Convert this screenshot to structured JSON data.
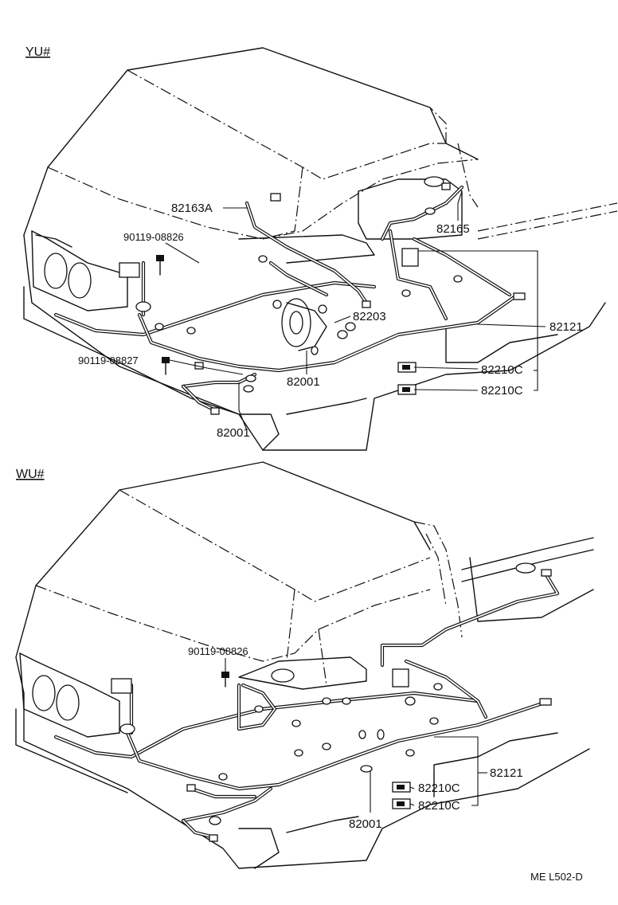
{
  "sections": {
    "top": "YU#",
    "bottom": "WU#"
  },
  "top_labels": {
    "p82163a": "82163A",
    "p90119_08826": "90119-08826",
    "p82165": "82165",
    "p82203": "82203",
    "p82121": "82121",
    "p90119_08827": "90119-08827",
    "p82001_center": "82001",
    "p82210c_1": "82210C",
    "p82210c_2": "82210C",
    "p82001_bottom": "82001"
  },
  "bottom_labels": {
    "p90119_08826": "90119-08826",
    "p82121": "82121",
    "p82210c_1": "82210C",
    "p82210c_2": "82210C",
    "p82001": "82001"
  },
  "footer_code": "ME L502-D"
}
